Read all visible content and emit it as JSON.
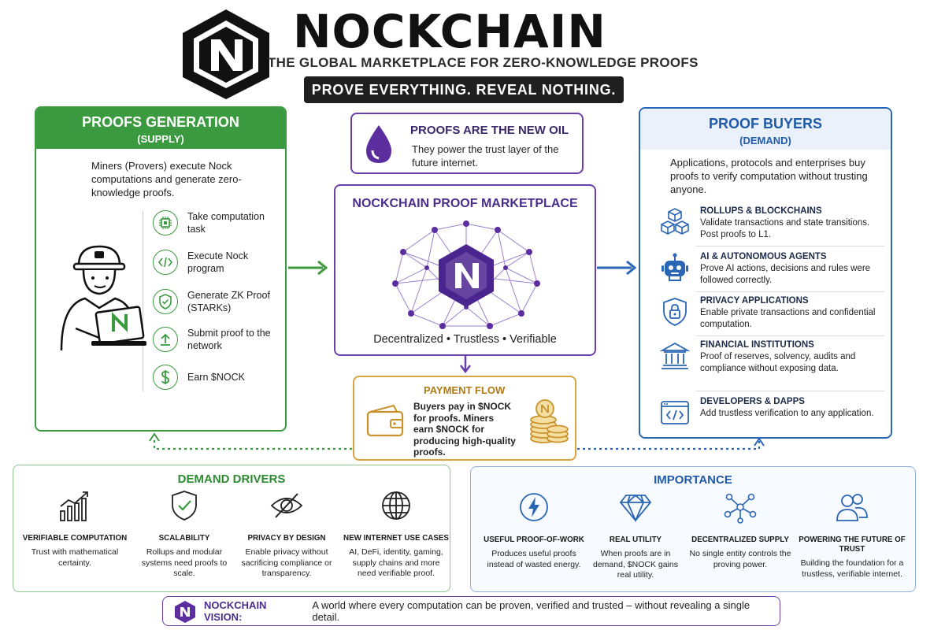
{
  "header": {
    "title": "NOCKCHAIN",
    "subtitle": "THE GLOBAL MARKETPLACE FOR ZERO-KNOWLEDGE PROOFS",
    "tagline": "PROVE EVERYTHING. REVEAL NOTHING."
  },
  "supply": {
    "title": "PROOFS GENERATION",
    "subtitle": "(SUPPLY)",
    "description": "Miners (Provers) execute Nock computations and generate zero-knowledge proofs.",
    "steps": [
      {
        "label": "Take computation task",
        "icon": "chip-icon"
      },
      {
        "label": "Execute Nock program",
        "icon": "code-icon"
      },
      {
        "label": "Generate ZK Proof (STARKs)",
        "icon": "shield-check-icon"
      },
      {
        "label": "Submit proof to the network",
        "icon": "upload-icon"
      },
      {
        "label": "Earn $NOCK",
        "icon": "dollar-icon"
      }
    ]
  },
  "oil": {
    "title": "PROOFS ARE THE NEW OIL",
    "description": "They power the trust layer of the future internet."
  },
  "market": {
    "title": "NOCKCHAIN PROOF MARKETPLACE",
    "features": "Decentralized • Trustless • Verifiable"
  },
  "payment": {
    "title": "PAYMENT FLOW",
    "description": "Buyers pay in $NOCK for proofs. Miners earn $NOCK for producing high-quality proofs."
  },
  "buyers": {
    "title": "PROOF BUYERS",
    "subtitle": "(DEMAND)",
    "description": "Applications, protocols and enterprises buy proofs to verify computation without trusting anyone.",
    "items": [
      {
        "title": "ROLLUPS & BLOCKCHAINS",
        "desc": "Validate transactions and state transitions. Post proofs to L1.",
        "icon": "cubes-icon"
      },
      {
        "title": "AI & AUTONOMOUS AGENTS",
        "desc": "Prove AI actions, decisions and rules were followed correctly.",
        "icon": "robot-icon"
      },
      {
        "title": "PRIVACY APPLICATIONS",
        "desc": "Enable private transactions and confidential computation.",
        "icon": "lock-shield-icon"
      },
      {
        "title": "FINANCIAL INSTITUTIONS",
        "desc": "Proof of reserves, solvency, audits and compliance without exposing data.",
        "icon": "bank-icon"
      },
      {
        "title": "DEVELOPERS & DAPPS",
        "desc": "Add trustless verification to any application.",
        "icon": "code-window-icon"
      }
    ]
  },
  "drivers": {
    "title": "DEMAND DRIVERS",
    "items": [
      {
        "title": "VERIFIABLE COMPUTATION",
        "desc": "Trust with mathematical certainty.",
        "icon": "growth-chart-icon"
      },
      {
        "title": "SCALABILITY",
        "desc": "Rollups and modular systems need proofs to scale.",
        "icon": "shield-check-icon"
      },
      {
        "title": "PRIVACY BY DESIGN",
        "desc": "Enable privacy without sacrificing compliance or transparency.",
        "icon": "eye-off-icon"
      },
      {
        "title": "NEW INTERNET USE CASES",
        "desc": "AI, DeFi, identity, gaming, supply chains and more need verifiable proof.",
        "icon": "globe-icon"
      }
    ]
  },
  "importance": {
    "title": "IMPORTANCE",
    "items": [
      {
        "title": "USEFUL PROOF-OF-WORK",
        "desc": "Produces useful proofs instead of wasted energy.",
        "icon": "lightning-icon"
      },
      {
        "title": "REAL UTILITY",
        "desc": "When proofs are in demand, $NOCK gains real utility.",
        "icon": "diamond-icon"
      },
      {
        "title": "DECENTRALIZED SUPPLY",
        "desc": "No single entity controls the proving power.",
        "icon": "network-icon"
      },
      {
        "title": "POWERING THE FUTURE OF TRUST",
        "desc": "Building the foundation for a trustless, verifiable internet.",
        "icon": "people-icon"
      }
    ]
  },
  "vision": {
    "label": "NOCKCHAIN VISION:",
    "text": "A world where every computation can be proven, verified and trusted – without revealing a single detail."
  },
  "colors": {
    "green": "#3b9a3f",
    "blue": "#1f5aa8",
    "purple": "#4a2d8c",
    "gold": "#d9a441"
  }
}
